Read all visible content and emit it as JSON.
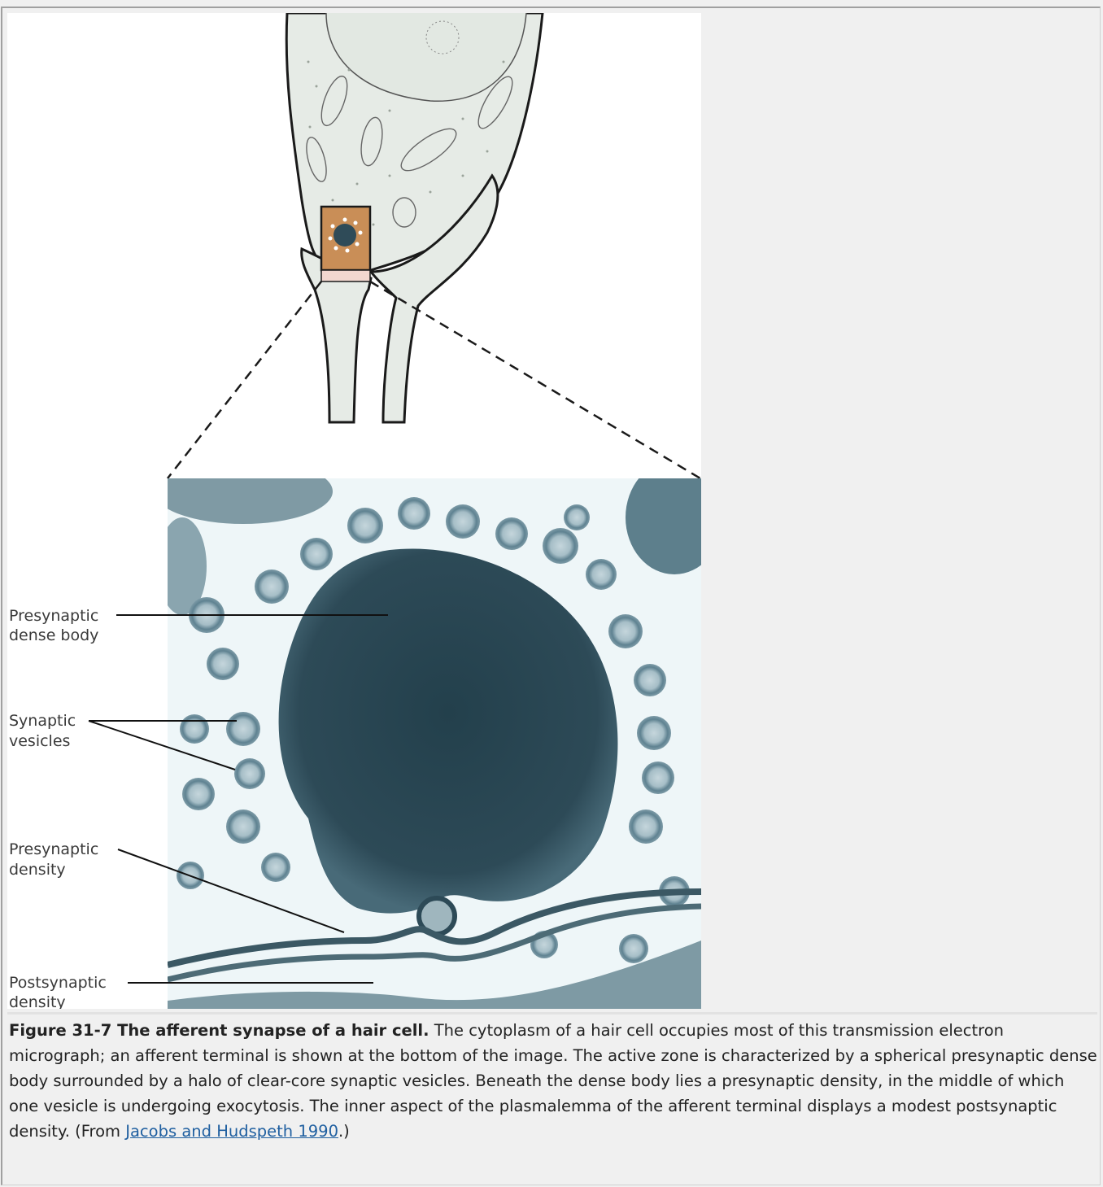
{
  "figure": {
    "labels": {
      "presynaptic_dense_body": [
        "Presynaptic",
        "dense body"
      ],
      "synaptic_vesicles": [
        "Synaptic",
        "vesicles"
      ],
      "presynaptic_density": [
        "Presynaptic",
        "density"
      ],
      "postsynaptic_density": [
        "Postsynaptic",
        "density"
      ]
    }
  },
  "caption": {
    "title": "Figure 31-7 The afferent synapse of a hair cell.",
    "body": " The cytoplasm of a hair cell occupies most of this transmission electron micrograph; an afferent terminal is shown at the bottom of the image. The active zone is characterized by a spherical presynaptic dense body surrounded by a halo of clear-core synaptic vesicles. Beneath the dense body lies a presynaptic density, in the middle of which one vesicle is undergoing exocytosis. The inner aspect of the plasmalemma of the afferent terminal displays a modest postsynaptic density. (From ",
    "link_text": "Jacobs and Hudspeth 1990",
    "suffix": ".)"
  },
  "colors": {
    "cell_fill": "#e6ebe6",
    "inset_fill": "#c98e57",
    "micrograph_bg": "#eef6f8",
    "dense_body": "#2f4b58",
    "vesicle": "#6e8f9c",
    "link": "#1f5fa0"
  }
}
